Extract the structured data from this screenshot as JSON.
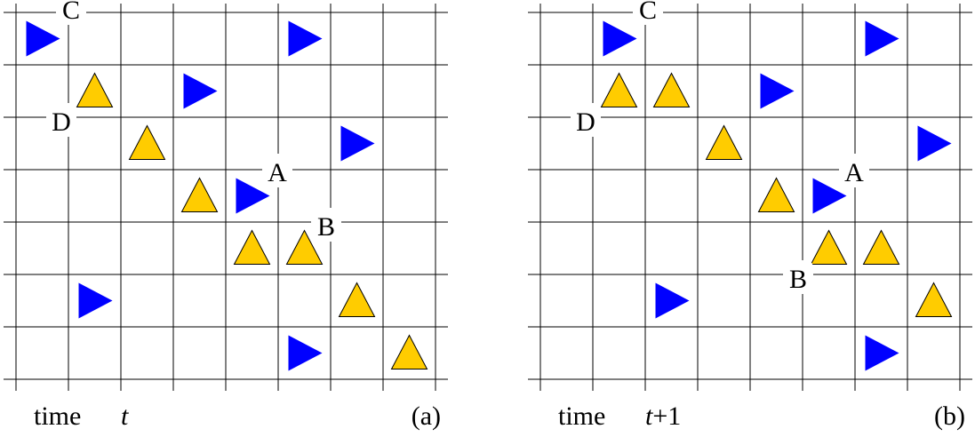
{
  "colors": {
    "vehicle_up": "#FFCC00",
    "vehicle_right": "#0000FF",
    "grid": "#000000",
    "background": "#FFFFFF"
  },
  "legend_meaning": {
    "up_vehicle_icon": "yellow-up-triangle-icon",
    "right_vehicle_icon": "blue-right-triangle-icon"
  },
  "panels": [
    {
      "id": "a",
      "caption_word": "time",
      "caption_var": "t",
      "caption_tag": "(a)",
      "grid_cells": {
        "cols": 8,
        "rows": 7
      },
      "sites": [
        {
          "label": "C",
          "col": 1,
          "row": 0
        },
        {
          "label": "D",
          "col": 1,
          "row": 2
        },
        {
          "label": "A",
          "col": 5,
          "row": 3
        },
        {
          "label": "B",
          "col": 6,
          "row": 4
        }
      ],
      "up_vehicles": [
        {
          "col": 1.5,
          "row": 1.5
        },
        {
          "col": 2.5,
          "row": 2.5
        },
        {
          "col": 3.5,
          "row": 3.5
        },
        {
          "col": 4.5,
          "row": 4.5
        },
        {
          "col": 5.5,
          "row": 4.5
        },
        {
          "col": 6.5,
          "row": 5.5
        },
        {
          "col": 7.5,
          "row": 6.5
        }
      ],
      "right_vehicles": [
        {
          "col": 0.5,
          "row": 0.5
        },
        {
          "col": 5.5,
          "row": 0.5
        },
        {
          "col": 3.5,
          "row": 1.5
        },
        {
          "col": 6.5,
          "row": 2.5
        },
        {
          "col": 4.5,
          "row": 3.5
        },
        {
          "col": 1.5,
          "row": 5.5
        },
        {
          "col": 5.5,
          "row": 6.5
        }
      ]
    },
    {
      "id": "b",
      "caption_word": "time",
      "caption_var": "t+1",
      "caption_tag": "(b)",
      "grid_cells": {
        "cols": 8,
        "rows": 7
      },
      "sites": [
        {
          "label": "C",
          "col": 2,
          "row": 0
        },
        {
          "label": "D",
          "col": 1,
          "row": 2
        },
        {
          "label": "A",
          "col": 6,
          "row": 3
        },
        {
          "label": "B",
          "col": 5,
          "row": 5
        }
      ],
      "up_vehicles": [
        {
          "col": 1.5,
          "row": 1.5
        },
        {
          "col": 2.5,
          "row": 1.5
        },
        {
          "col": 3.5,
          "row": 2.5
        },
        {
          "col": 4.5,
          "row": 3.5
        },
        {
          "col": 5.5,
          "row": 4.5
        },
        {
          "col": 6.5,
          "row": 4.5
        },
        {
          "col": 7.5,
          "row": 5.5
        }
      ],
      "right_vehicles": [
        {
          "col": 1.5,
          "row": 0.5
        },
        {
          "col": 6.5,
          "row": 0.5
        },
        {
          "col": 4.5,
          "row": 1.5
        },
        {
          "col": 7.5,
          "row": 2.5
        },
        {
          "col": 5.5,
          "row": 3.5
        },
        {
          "col": 2.5,
          "row": 5.5
        },
        {
          "col": 6.5,
          "row": 6.5
        }
      ]
    }
  ]
}
